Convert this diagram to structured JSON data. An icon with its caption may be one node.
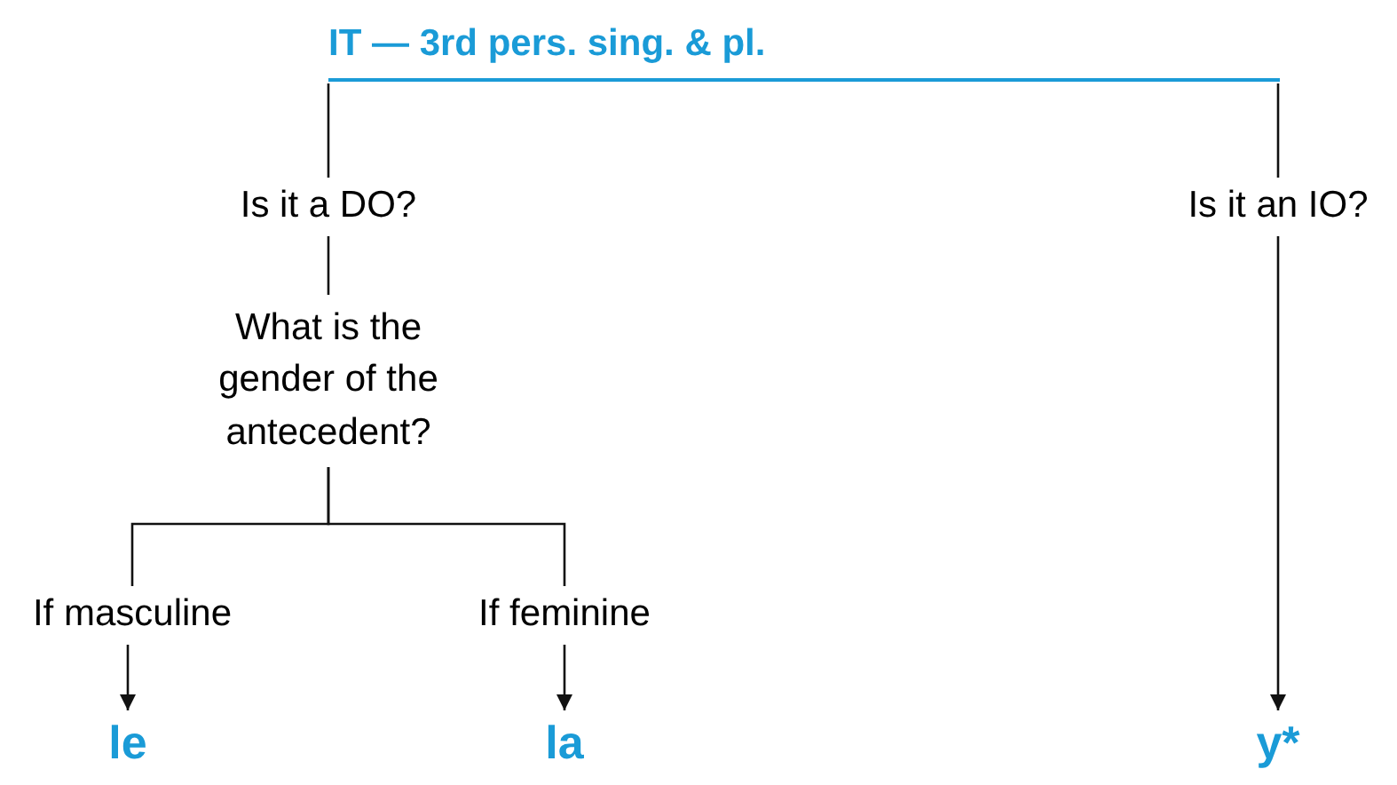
{
  "diagram": {
    "nodes": [
      {
        "text": [
          "IT — 3rd pers. sing. & pl."
        ]
      },
      {
        "text": [
          "Is it a DO?"
        ]
      },
      {
        "text": [
          "Is it an IO?"
        ]
      },
      {
        "text": [
          "What is the gender of the antecedent?"
        ]
      },
      {
        "text": [
          "If masculine"
        ]
      },
      {
        "text": [
          "If feminine"
        ]
      },
      {
        "text": [
          "le"
        ]
      },
      {
        "text": [
          "la"
        ]
      },
      {
        "text": [
          "y*"
        ]
      }
    ],
    "edges": [
      {
        "from": 0,
        "to": 1,
        "arrow": "none"
      },
      {
        "from": 0,
        "to": 2,
        "arrow": "none"
      },
      {
        "from": 1,
        "to": 3,
        "arrow": "none"
      },
      {
        "from": 3,
        "to": 4,
        "arrow": "none"
      },
      {
        "from": 3,
        "to": 5,
        "arrow": "none"
      },
      {
        "from": 4,
        "to": 6,
        "arrow": "to"
      },
      {
        "from": 5,
        "to": 7,
        "arrow": "to"
      },
      {
        "from": 2,
        "to": 8,
        "arrow": "to"
      }
    ]
  }
}
